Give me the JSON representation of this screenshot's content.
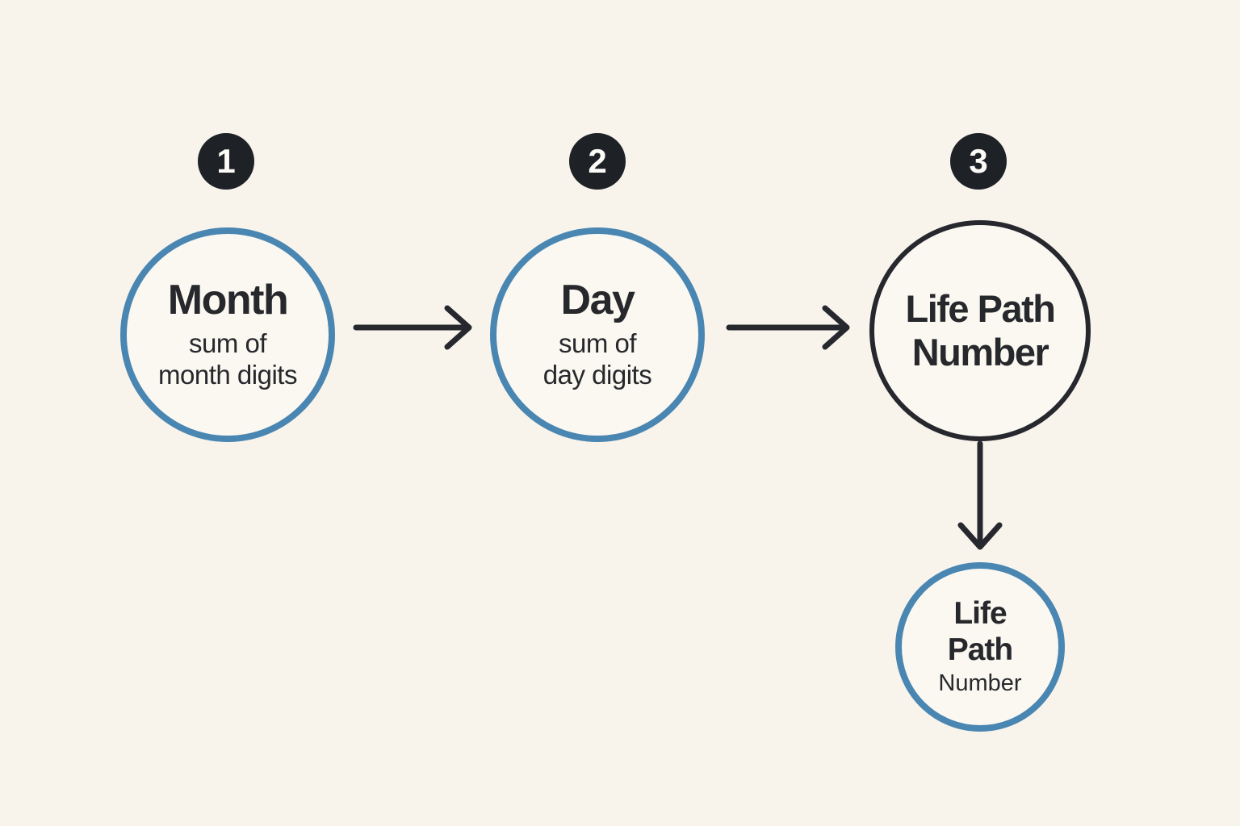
{
  "diagram": {
    "background_color": "#f8f4ec",
    "accent_blue": "#4a86b2",
    "ink_dark": "#26282e",
    "badge_color": "#1e2126",
    "steps": [
      {
        "badge": "1",
        "title": "Month",
        "subtitle_lines": [
          "sum of",
          "month digits"
        ]
      },
      {
        "badge": "2",
        "title": "Day",
        "subtitle_lines": [
          "sum of",
          "day digits"
        ]
      },
      {
        "badge": "3",
        "title_lines": [
          "Life Path",
          "Number"
        ]
      }
    ],
    "result": {
      "title_lines": [
        "Life",
        "Path"
      ],
      "subtitle": "Number"
    }
  }
}
